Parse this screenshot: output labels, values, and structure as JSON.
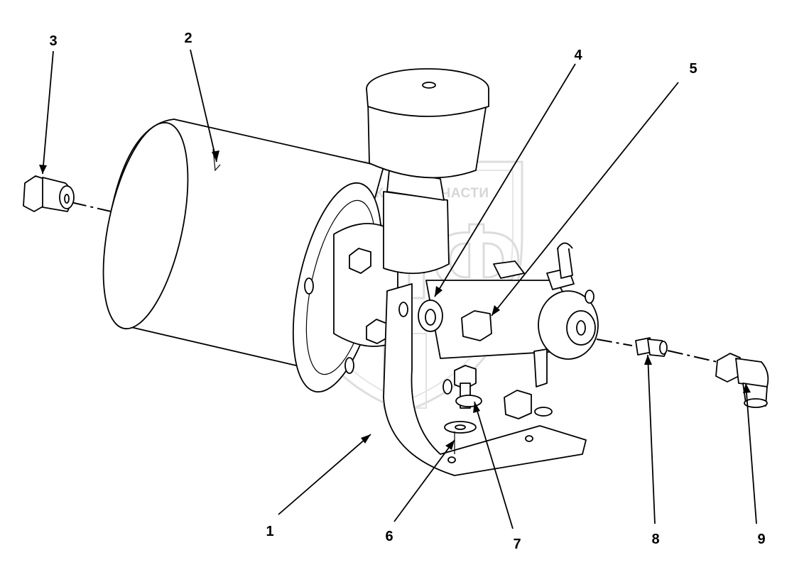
{
  "watermark": {
    "banner": "ТЕХНИКА И ЗАПЧАСТИ",
    "letters": "ЗПФ"
  },
  "callouts": [
    {
      "id": "1",
      "label": "1"
    },
    {
      "id": "2",
      "label": "2"
    },
    {
      "id": "3",
      "label": "3"
    },
    {
      "id": "4",
      "label": "4"
    },
    {
      "id": "5",
      "label": "5"
    },
    {
      "id": "6",
      "label": "6"
    },
    {
      "id": "7",
      "label": "7"
    },
    {
      "id": "8",
      "label": "8"
    },
    {
      "id": "9",
      "label": "9"
    }
  ]
}
